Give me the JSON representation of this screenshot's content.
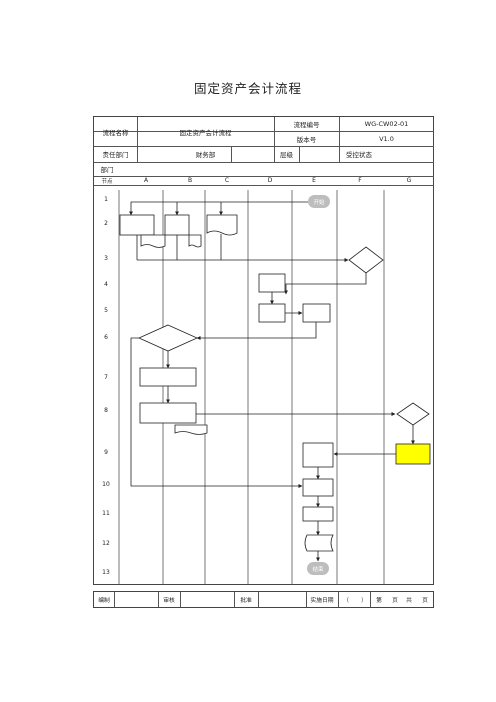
{
  "title": "固定资产会计流程",
  "header": {
    "flow_name_label": "流程名称",
    "flow_name_value": "固定资产会计流程",
    "flow_no_label": "流程编号",
    "flow_no_value": "WG-CW02-01",
    "version_label": "版本号",
    "version_value": "V1.0",
    "dept_label": "责任部门",
    "dept_value": "财务部",
    "level_label": "层级",
    "status_label": "受控状态"
  },
  "lanes": {
    "dept_label": "部门",
    "node_label": "节点",
    "letters": [
      "A",
      "B",
      "C",
      "D",
      "E",
      "F",
      "G"
    ]
  },
  "rows": [
    "1",
    "2",
    "3",
    "4",
    "5",
    "6",
    "7",
    "8",
    "9",
    "10",
    "11",
    "12",
    "13"
  ],
  "terminals": {
    "start": "开始",
    "end": "结束"
  },
  "footer": {
    "prepare": "编制",
    "review": "审核",
    "approve": "批准",
    "impl_date": "实施日期",
    "paren": "（",
    "paren_close": "）",
    "page": "第",
    "page_unit": "页",
    "total": "共",
    "total_unit": "页"
  },
  "colors": {
    "highlight": "#ffff00",
    "terminal": "#bdbdbd"
  }
}
